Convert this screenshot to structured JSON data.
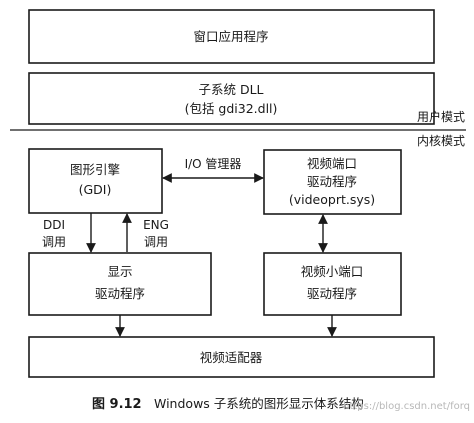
{
  "boxes": {
    "window_app": {
      "line1": "窗口应用程序"
    },
    "subsystem_dll": {
      "line1": "子系统 DLL",
      "line2": "(包括 gdi32.dll)"
    },
    "gdi": {
      "line1": "图形引擎",
      "line2": "(GDI)"
    },
    "video_port": {
      "line1": "视频端口",
      "line2": "驱动程序",
      "line3": "(videoprt.sys)"
    },
    "display_driver": {
      "line1": "显示",
      "line2": "驱动程序"
    },
    "video_miniport": {
      "line1": "视频小端口",
      "line2": "驱动程序"
    },
    "video_adapter": {
      "line1": "视频适配器"
    }
  },
  "modes": {
    "user": "用户模式",
    "kernel": "内核模式"
  },
  "labels": {
    "io_manager": "I/O 管理器",
    "ddi_line1": "DDI",
    "ddi_line2": "调用",
    "eng_line1": "ENG",
    "eng_line2": "调用"
  },
  "caption": {
    "number": "图 9.12",
    "text": "Windows 子系统的图形显示体系结构"
  },
  "watermark": "https://blog.csdn.net/forq"
}
